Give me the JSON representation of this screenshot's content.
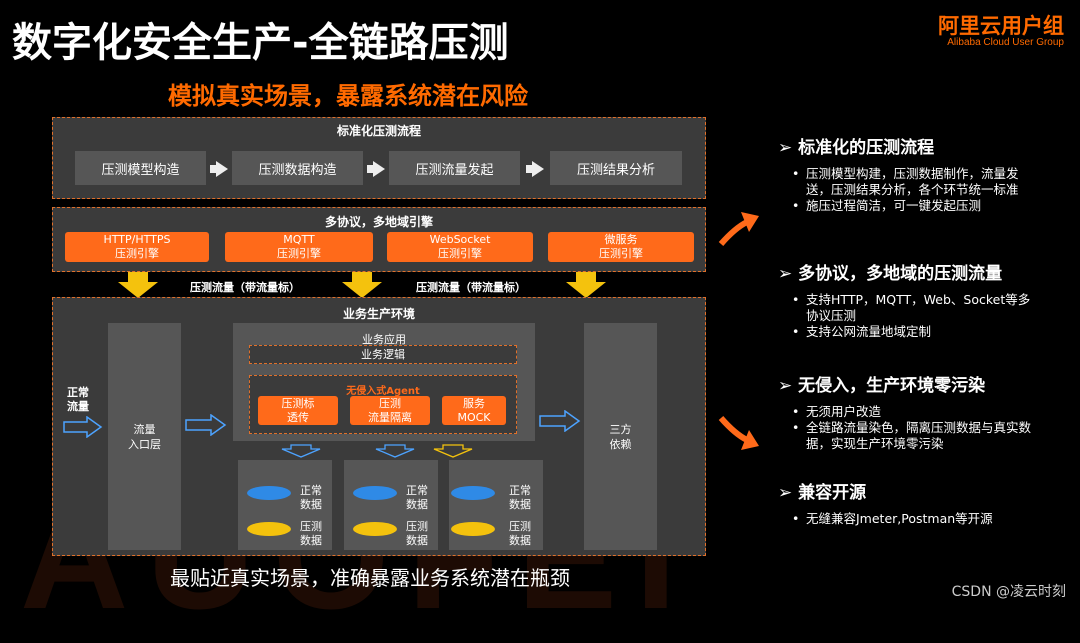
{
  "header": {
    "title": "数字化安全生产-全链路压测",
    "subtitle": "模拟真实场景，暴露系统潜在风险",
    "brand_cn": "阿里云用户组",
    "brand_en": "Alibaba Cloud User Group",
    "watermark": "AUOFEI"
  },
  "colors": {
    "accent": "#ff6a00",
    "panel": "#3b3b3b",
    "box": "#565656",
    "blue": "#2f8ae6",
    "yellow": "#f4c20d"
  },
  "flow": {
    "title": "标准化压测流程",
    "steps": [
      "压测模型构造",
      "压测数据构造",
      "压测流量发起",
      "压测结果分析"
    ]
  },
  "engine": {
    "title": "多协议，多地域引擎",
    "items": [
      {
        "line1": "HTTP/HTTPS",
        "line2": "压测引擎"
      },
      {
        "line1": "MQTT",
        "line2": "压测引擎"
      },
      {
        "line1": "WebSocket",
        "line2": "压测引擎"
      },
      {
        "line1": "微服务",
        "line2": "压测引擎"
      }
    ]
  },
  "traffic_labels": [
    "压测流量（带流量标）",
    "压测流量（带流量标）"
  ],
  "env": {
    "title": "业务生产环境",
    "normal_traffic": "正常\n流量",
    "entry": "流量\n入口层",
    "app_label": "业务应用",
    "logic_label": "业务逻辑",
    "agent_title": "无侵入式Agent",
    "agent_items": [
      "压测标\n透传",
      "压测\n流量隔离",
      "服务\nMOCK"
    ],
    "third_party": "三方\n依赖",
    "db_normal": "正常\n数据",
    "db_test": "压测\n数据"
  },
  "right_panel": {
    "sections": [
      {
        "head": "标准化的压测流程",
        "bullets": [
          "压测模型构建，压测数据制作，流量发送，压测结果分析，各个环节统一标准",
          "施压过程简洁，可一键发起压测"
        ]
      },
      {
        "head": "多协议，多地域的压测流量",
        "bullets": [
          "支持HTTP，MQTT，Web、Socket等多协议压测",
          "支持公网流量地域定制"
        ]
      },
      {
        "head": "无侵入，生产环境零污染",
        "bullets": [
          "无须用户改造",
          "全链路流量染色，隔离压测数据与真实数据，实现生产环境零污染"
        ]
      },
      {
        "head": "兼容开源",
        "bullets": [
          "无缝兼容Jmeter,Postman等开源"
        ]
      }
    ]
  },
  "footer": {
    "caption": "最贴近真实场景，准确暴露业务系统潜在瓶颈",
    "credit": "CSDN @凌云时刻"
  }
}
